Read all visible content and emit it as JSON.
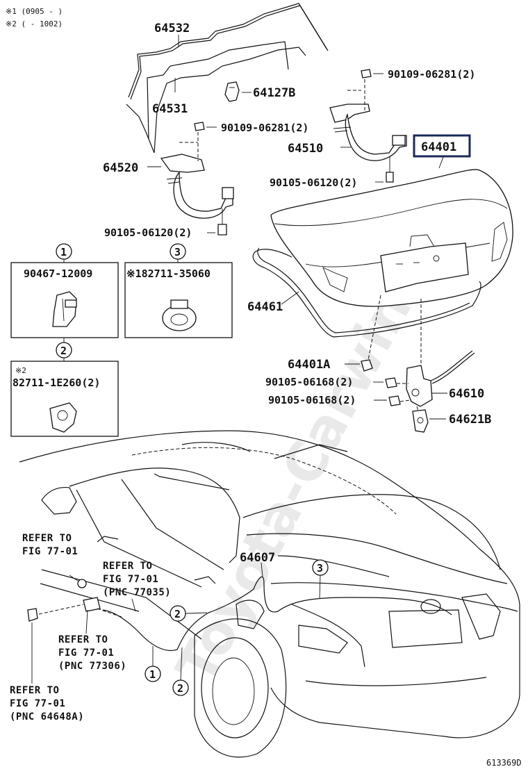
{
  "legend": {
    "note1": "※1 (0905 -      )",
    "note2": "※2 (      - 1002)"
  },
  "parts": {
    "p64532": "64532",
    "p64531": "64531",
    "p64127B": "64127B",
    "p90109_a": "90109-06281(2)",
    "p90109_b": "90109-06281(2)",
    "p64510": "64510",
    "p64520": "64520",
    "p64401": "64401",
    "p90105_06120_a": "90105-06120(2)",
    "p90105_06120_b": "90105-06120(2)",
    "p64461": "64461",
    "p64401A": "64401A",
    "p90105_06168_a": "90105-06168(2)",
    "p90105_06168_b": "90105-06168(2)",
    "p64610": "64610",
    "p64621B": "64621B",
    "p64607": "64607"
  },
  "detail_boxes": {
    "c1": "1",
    "c2": "2",
    "c3": "3",
    "box1_part": "90467-12009",
    "box3_part": "※182711-35060",
    "box2_note": "※2",
    "box2_part": "82711-1E260(2)"
  },
  "callouts": {
    "c1": "1",
    "c2a": "2",
    "c2b": "2",
    "c3": "3"
  },
  "refers": {
    "r1_l1": "REFER TO",
    "r1_l2": "FIG 77-01",
    "r2_l1": "REFER TO",
    "r2_l2": "FIG 77-01",
    "r2_l3": "(PNC 77035)",
    "r3_l1": "REFER TO",
    "r3_l2": "FIG 77-01",
    "r3_l3": "(PNC 77306)",
    "r4_l1": "REFER TO",
    "r4_l2": "FIG 77-01",
    "r4_l3": "(PNC 64648A)"
  },
  "footer": {
    "diagram_id": "613369D"
  },
  "watermark": "Toyota-Carwin.ru"
}
